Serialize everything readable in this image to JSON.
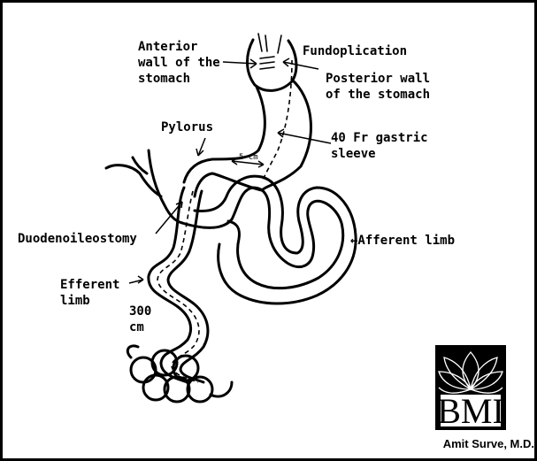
{
  "labels": {
    "anterior_wall": [
      "Anterior",
      "wall of the",
      "stomach"
    ],
    "fundoplication": "Fundoplication",
    "posterior_wall": [
      "Posterior wall",
      "of the stomach"
    ],
    "pylorus": "Pylorus",
    "sleeve": [
      "40 Fr gastric",
      "sleeve"
    ],
    "five_cm": "5 cm",
    "duodenoileostomy": "Duodenoileostomy",
    "afferent_limb": "←Afferent limb",
    "efferent_limb": [
      "Efferent",
      "limb"
    ],
    "length": [
      "300",
      "cm"
    ]
  },
  "logo": {
    "text": "BMI",
    "credit": "Amit Surve, M.D."
  },
  "colors": {
    "ink": "#000000",
    "background": "#ffffff",
    "logo_box": "#000000"
  }
}
